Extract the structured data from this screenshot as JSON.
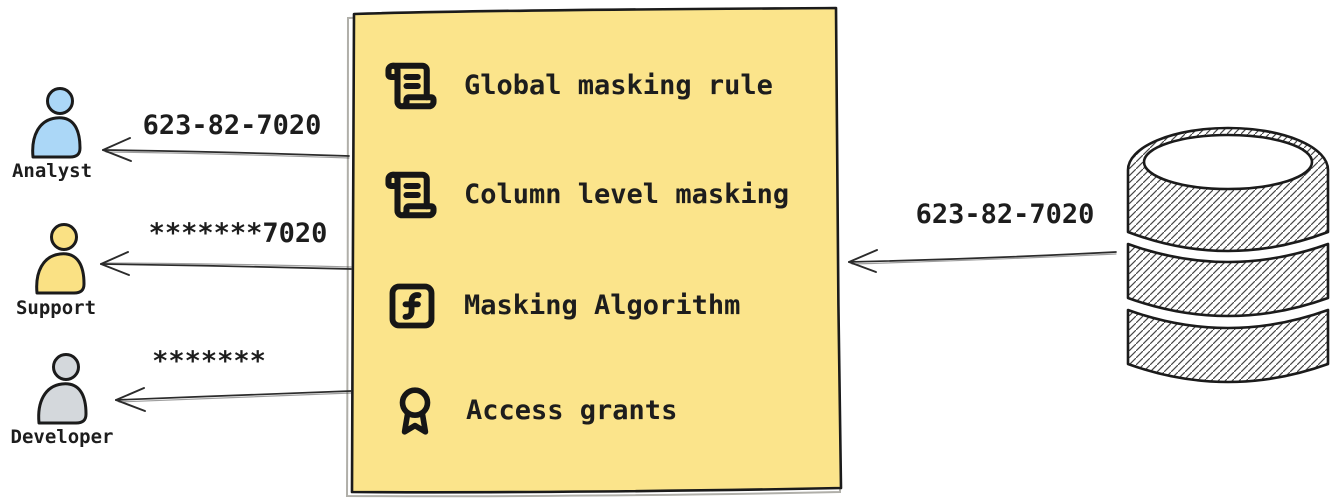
{
  "diagram": {
    "background": "#ffffff",
    "ink": "#1d1d1d",
    "arrow_color": "#2b2b2b"
  },
  "personas": [
    {
      "name": "Analyst",
      "fill": "#abd7f7",
      "received_value": "623-82-7020"
    },
    {
      "name": "Support",
      "fill": "#fae184",
      "received_value": "*******7020"
    },
    {
      "name": "Developer",
      "fill": "#d4d8dc",
      "received_value": "*******"
    }
  ],
  "masking_box": {
    "fill": "#fbe48b",
    "items": [
      {
        "icon": "scroll-icon",
        "label": "Global masking rule"
      },
      {
        "icon": "scroll-icon",
        "label": "Column level masking"
      },
      {
        "icon": "function-icon",
        "label": "Masking Algorithm"
      },
      {
        "icon": "award-icon",
        "label": "Access grants"
      }
    ]
  },
  "database": {
    "icon": "database-icon",
    "outgoing_value": "623-82-7020",
    "hatch_color": "#474747"
  }
}
